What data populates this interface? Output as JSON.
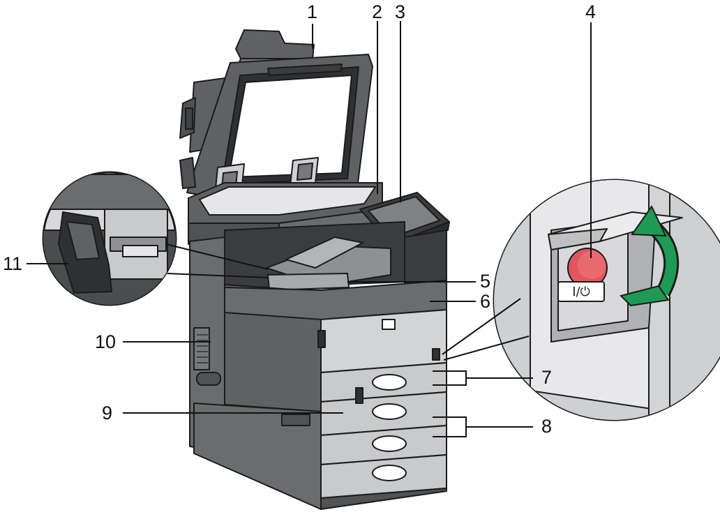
{
  "callouts": {
    "c1": "1",
    "c2": "2",
    "c3": "3",
    "c4": "4",
    "c5": "5",
    "c6": "6",
    "c7": "7",
    "c8": "8",
    "c9": "9",
    "c10": "10",
    "c11": "11"
  },
  "power_switch_label": "I/⏻",
  "colors": {
    "body_dark": "#5f6163",
    "body_mid": "#77797c",
    "body_light": "#c9cacc",
    "panel_light": "#d3d4d6",
    "power_button": "#e2575e",
    "arrow_green": "#1f9a55",
    "outline": "#1b1b1b"
  }
}
